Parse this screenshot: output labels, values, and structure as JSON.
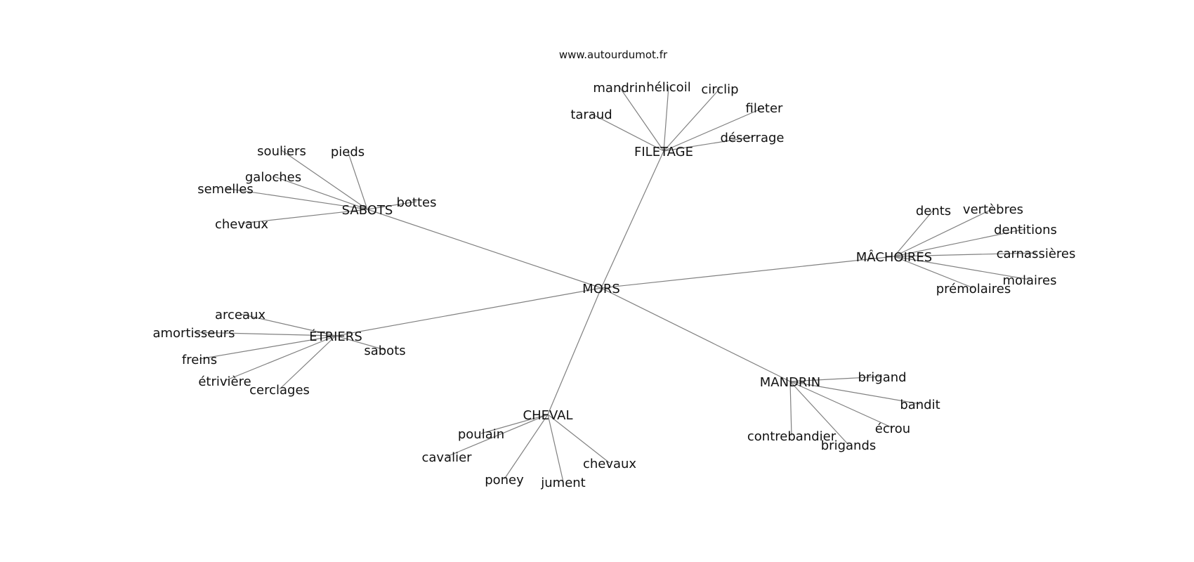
{
  "header": {
    "site": "www.autourdumot.fr"
  },
  "center": {
    "label": "MORS"
  },
  "clusters": [
    {
      "hub": "FILETAGE",
      "leaves": [
        "mandrin",
        "hélicoil",
        "circlip",
        "taraud",
        "fileter",
        "déserrage"
      ]
    },
    {
      "hub": "SABOTS",
      "leaves": [
        "souliers",
        "pieds",
        "galoches",
        "semelles",
        "bottes",
        "chevaux"
      ]
    },
    {
      "hub": "MÂCHOIRES",
      "leaves": [
        "dents",
        "vertèbres",
        "dentitions",
        "carnassières",
        "molaires",
        "prémolaires"
      ]
    },
    {
      "hub": "ÉTRIERS",
      "leaves": [
        "arceaux",
        "amortisseurs",
        "freins",
        "sabots",
        "étrivière",
        "cerclages"
      ]
    },
    {
      "hub": "MANDRIN",
      "leaves": [
        "brigand",
        "bandit",
        "écrou",
        "contrebandier",
        "brigands"
      ]
    },
    {
      "hub": "CHEVAL",
      "leaves": [
        "poulain",
        "cavalier",
        "chevaux",
        "poney",
        "jument"
      ]
    }
  ],
  "colors": {
    "edge": "#808080",
    "text": "#111111",
    "background": "#ffffff"
  }
}
